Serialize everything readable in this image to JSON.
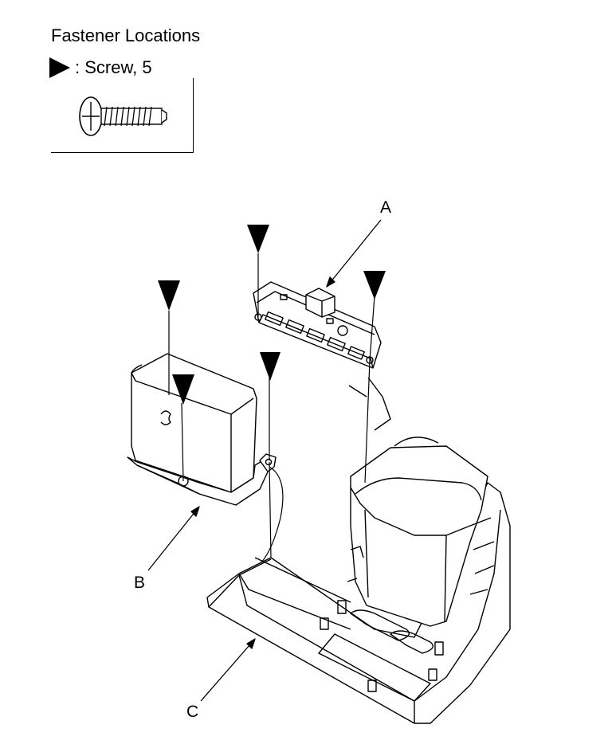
{
  "legend": {
    "title": "Fastener Locations",
    "screw_text": ": Screw, 5"
  },
  "callouts": {
    "a": "A",
    "b": "B",
    "c": "C"
  },
  "icons": [
    "screw-marker-icon",
    "screw-icon"
  ]
}
